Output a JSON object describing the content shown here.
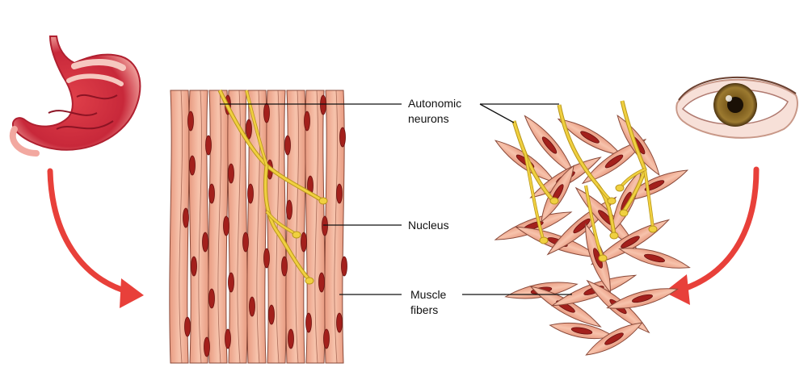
{
  "labels": {
    "autonomic_line1": "Autonomic",
    "autonomic_line2": "neurons",
    "nucleus": "Nucleus",
    "muscle_line1": "Muscle",
    "muscle_line2": "fibers"
  },
  "colors": {
    "fiber_fill": "#f2b49a",
    "fiber_stroke": "#8a4a3a",
    "nucleus": "#a3201c",
    "neuron": "#f0d040",
    "neuron_stroke": "#b8961a",
    "arrow": "#e8403a",
    "leader": "#111111"
  },
  "icons": {
    "left_organ": "stomach-icon",
    "right_organ": "eye-icon"
  }
}
